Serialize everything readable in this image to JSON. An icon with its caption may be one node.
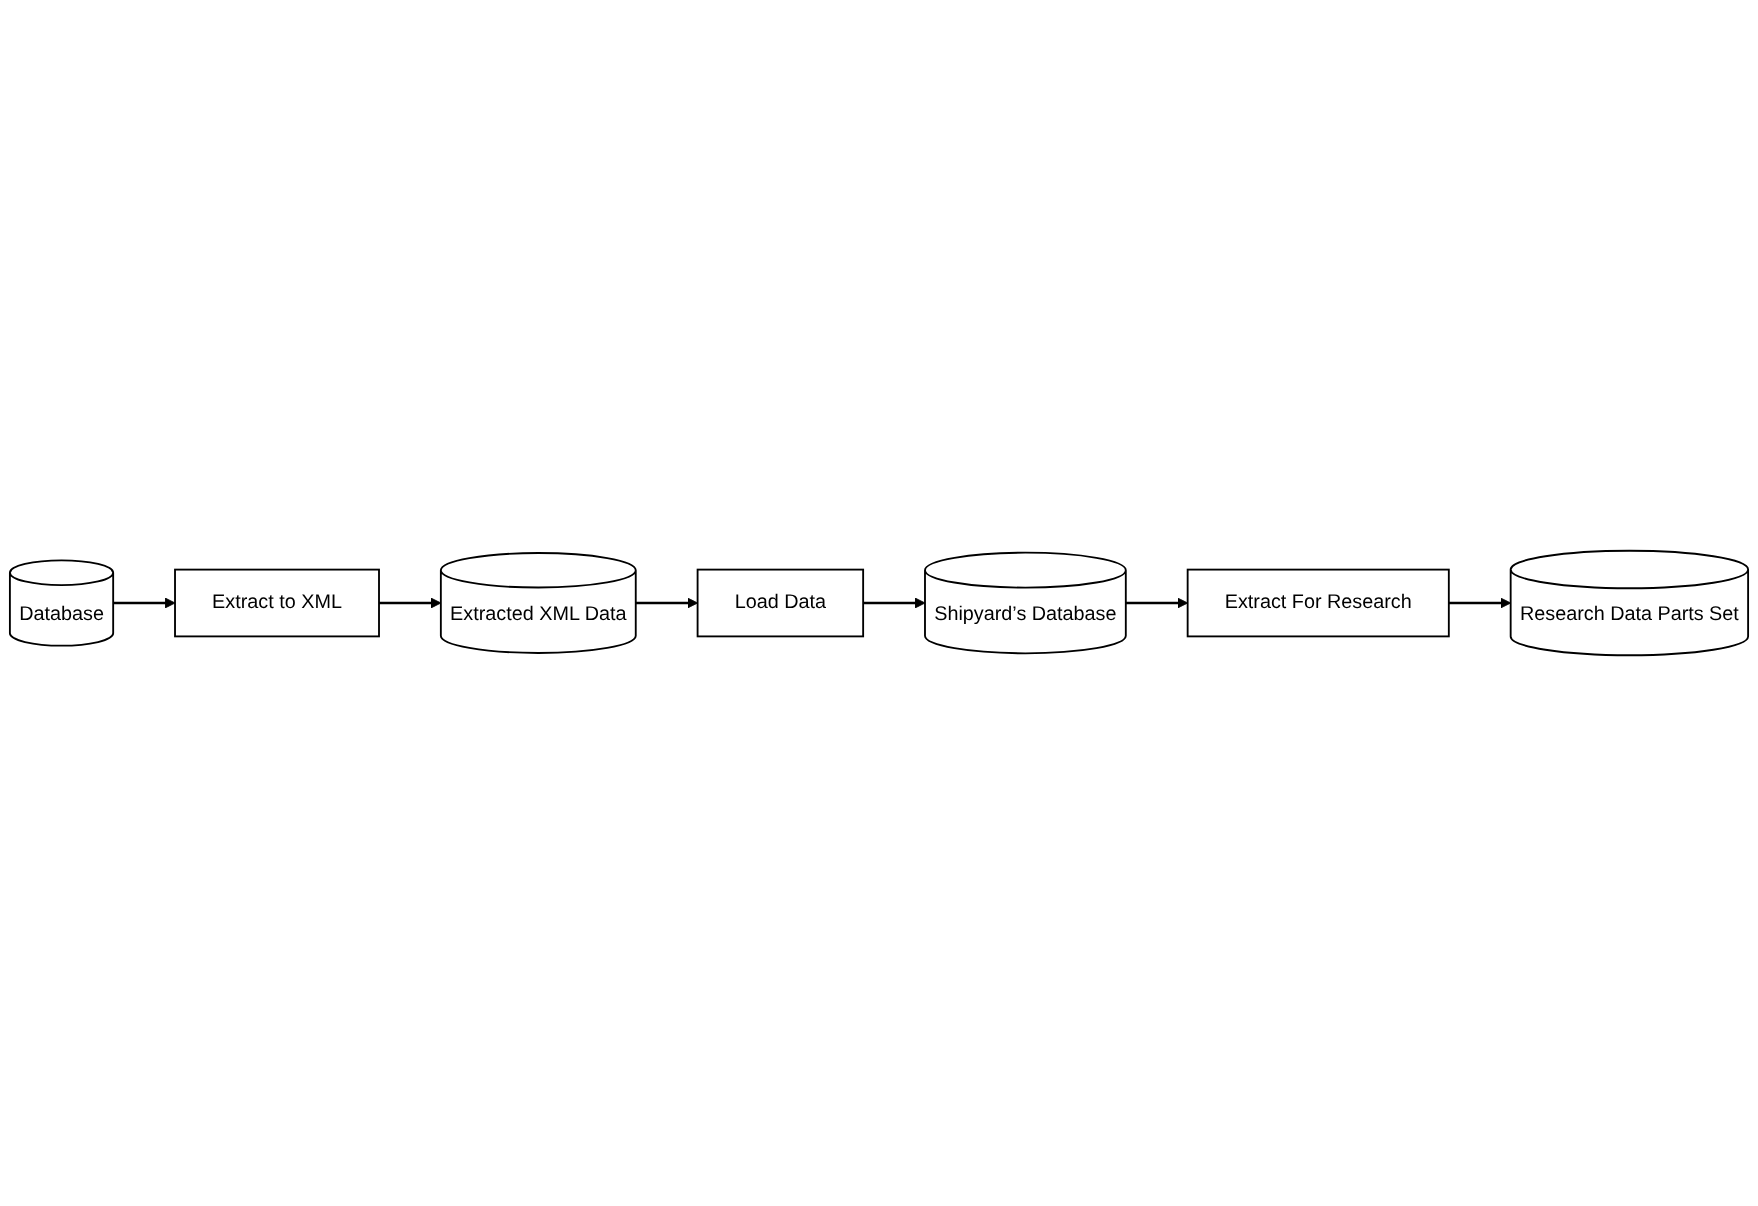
{
  "diagram": {
    "nodes": [
      {
        "text": [
          "Database"
        ]
      },
      {
        "text": [
          "Extract to XML"
        ]
      },
      {
        "text": [
          "Extracted XML Data"
        ]
      },
      {
        "text": [
          "Load Data"
        ]
      },
      {
        "text": [
          "Shipyard’s Database"
        ]
      },
      {
        "text": [
          "Extract For Research"
        ]
      },
      {
        "text": [
          "Research Data Parts Set"
        ]
      }
    ],
    "edges": [
      {
        "from": 0,
        "to": 1,
        "arrow": "to"
      },
      {
        "from": 1,
        "to": 2,
        "arrow": "to"
      },
      {
        "from": 2,
        "to": 3,
        "arrow": "to"
      },
      {
        "from": 3,
        "to": 4,
        "arrow": "to"
      },
      {
        "from": 4,
        "to": 5,
        "arrow": "to"
      },
      {
        "from": 5,
        "to": 6,
        "arrow": "to"
      }
    ]
  }
}
